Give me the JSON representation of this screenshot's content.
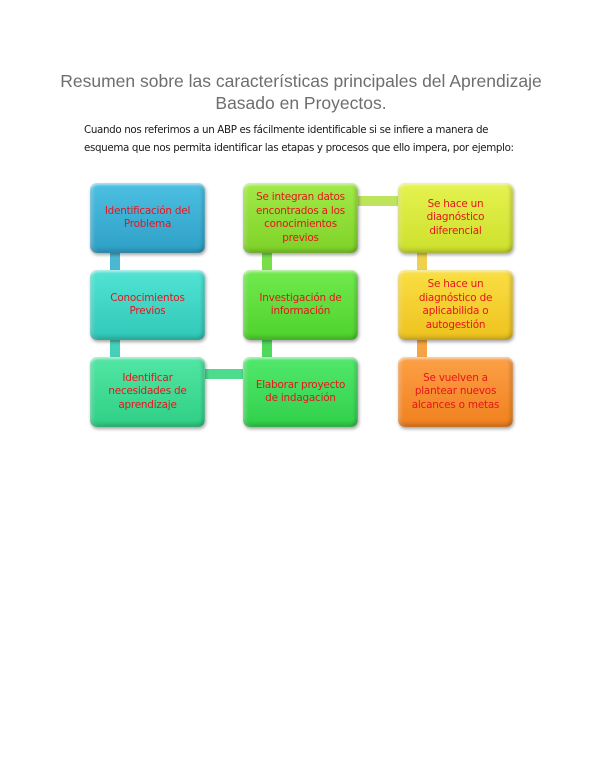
{
  "document": {
    "title": "Resumen sobre las características principales del Aprendizaje Basado en Proyectos.",
    "intro": "Cuando nos referimos a un ABP es fácilmente identificable si se infiere a manera de esquema que nos permita identificar las etapas y procesos que ello impera, por ejemplo:"
  },
  "diagram": {
    "type": "process-flow",
    "flow": "snake: down column 1, up column 2, down column 3",
    "boxes": [
      {
        "step": 1,
        "label": "Identificación del Problema",
        "color": "#3aaed3"
      },
      {
        "step": 2,
        "label": "Conocimientos Previos",
        "color": "#3fd8c8"
      },
      {
        "step": 3,
        "label": "Identificar necesidades de aprendizaje",
        "color": "#3ddc94"
      },
      {
        "step": 4,
        "label": "Elaborar proyecto de indagación",
        "color": "#3fe05a"
      },
      {
        "step": 5,
        "label": "Investigación de información",
        "color": "#5ee03a"
      },
      {
        "step": 6,
        "label": "Se integran datos encontrados a los conocimientos previos",
        "color": "#8ee234"
      },
      {
        "step": 7,
        "label": "Se hace un diagnóstico diferencial",
        "color": "#d9ec3a"
      },
      {
        "step": 8,
        "label": "Se hace un diagnóstico de aplicabilida o autogestión",
        "color": "#f6d12c"
      },
      {
        "step": 9,
        "label": "Se vuelven a plantear nuevos alcances o metas",
        "color": "#f88f2a"
      }
    ],
    "text_color": "#e8141c"
  }
}
